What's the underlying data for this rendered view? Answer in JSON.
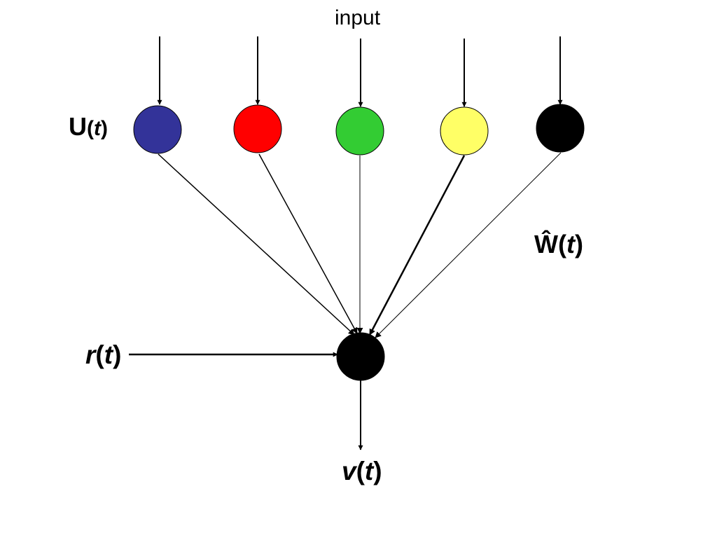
{
  "labels": {
    "input": "input",
    "u_symbol": "U",
    "u_arg": "t",
    "w_symbol": "Ŵ",
    "w_arg": "t",
    "r_symbol": "r",
    "r_arg": "t",
    "v_symbol": "v",
    "v_arg": "t",
    "open_paren": "(",
    "close_paren": ")"
  },
  "input_nodes": [
    {
      "name": "input-node-blue",
      "color": "#333399"
    },
    {
      "name": "input-node-red",
      "color": "#ff0000"
    },
    {
      "name": "input-node-green",
      "color": "#33cc33"
    },
    {
      "name": "input-node-yellow",
      "color": "#ffff66"
    },
    {
      "name": "input-node-black",
      "color": "#000000"
    }
  ],
  "output_node": {
    "name": "output-node",
    "color": "#000000"
  }
}
